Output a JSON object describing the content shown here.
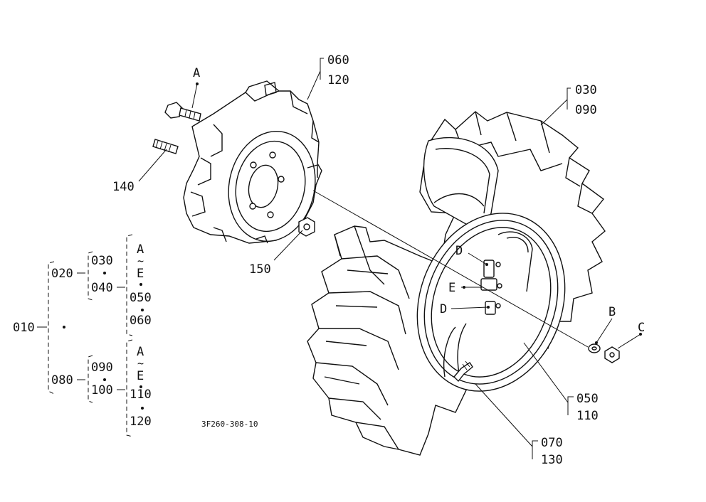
{
  "drawing_code": "3F260-308-10",
  "callouts": {
    "a": "A",
    "b": "B",
    "c": "C",
    "d_upper": "D",
    "e": "E",
    "d_lower": "D",
    "p060": "060",
    "p120": "120",
    "p030": "030",
    "p090": "090",
    "p140": "140",
    "p150": "150",
    "p050": "050",
    "p110": "110",
    "p070": "070",
    "p130": "130"
  },
  "tree": {
    "root": "010",
    "upper": {
      "assembly": "020",
      "sub_a": "030",
      "sub_b": "040",
      "range_start": "A",
      "range_sep": "~",
      "range_end": "E",
      "part_1": "050",
      "part_2": "060"
    },
    "lower": {
      "assembly": "080",
      "sub_a": "090",
      "sub_b": "100",
      "range_start": "A",
      "range_sep": "~",
      "range_end": "E",
      "part_1": "110",
      "part_2": "120"
    }
  }
}
